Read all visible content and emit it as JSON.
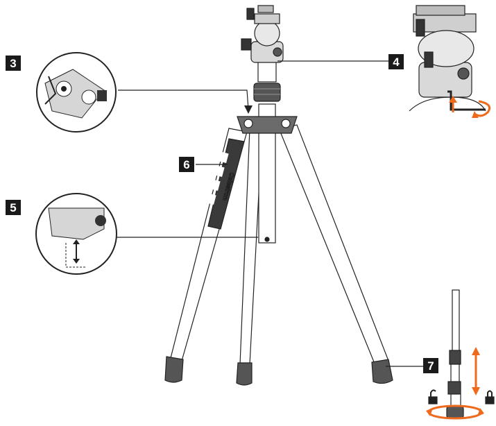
{
  "callouts": [
    {
      "id": "3",
      "label": "3"
    },
    {
      "id": "4",
      "label": "4"
    },
    {
      "id": "5",
      "label": "5"
    },
    {
      "id": "6",
      "label": "6"
    },
    {
      "id": "7",
      "label": "7"
    }
  ],
  "brand": "Celestron",
  "colors": {
    "line": "#222222",
    "accent": "#ee6a1c",
    "badge": "#1a1a1a",
    "light_gray": "#d9d9d9",
    "mid_gray": "#bdbdbd"
  },
  "icons": [
    "lock-icon",
    "unlock-icon",
    "rotate-arrow-icon",
    "up-down-arrow-icon",
    "hex-key-icon"
  ]
}
